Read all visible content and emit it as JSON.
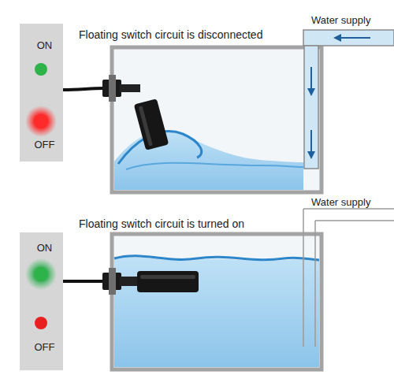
{
  "diagram": {
    "nodes": [
      {
        "text": [
          "ON",
          "OFF"
        ]
      },
      {
        "text": [
          "ON",
          "OFF"
        ]
      }
    ],
    "labels": [
      "Floating switch circuit is disconnected",
      "Water supply",
      "Floating switch circuit is turned on",
      "Water supply"
    ]
  }
}
